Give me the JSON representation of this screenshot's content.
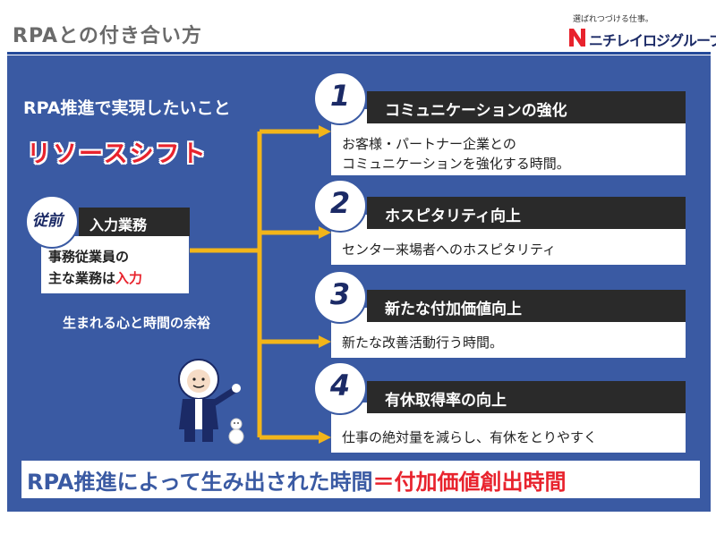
{
  "header": {
    "title": "RPAとの付き合い方",
    "logo_tagline": "選ばれつづける仕事。",
    "logo_name": "ニチレイロジグループ"
  },
  "goal": {
    "heading": "RPA推進で実現したいこと",
    "main": "リソースシフト"
  },
  "before": {
    "badge": "従前",
    "title": "入力業務",
    "line1": "事務従業員の",
    "line2_prefix": "主な業務は",
    "line2_highlight": "入力"
  },
  "margin_note": "生まれる心と時間の余裕",
  "items": [
    {
      "number": "1",
      "title": "コミュニケーションの強化",
      "lines": [
        "お客様・パートナー企業との",
        "コミュニケーションを強化する時間。"
      ]
    },
    {
      "number": "2",
      "title": "ホスピタリティ向上",
      "lines": [
        "センター来場者へのホスピタリティ"
      ]
    },
    {
      "number": "3",
      "title": "新たな付加価値向上",
      "lines": [
        "新たな改善活動行う時間。"
      ]
    },
    {
      "number": "4",
      "title": "有休取得率の向上",
      "lines": [
        "仕事の絶対量を減らし、有休をとりやすく"
      ]
    }
  ],
  "result": {
    "left": "RPA推進によって生み出された時間",
    "equals": "＝",
    "right": "付加価値創出時間"
  },
  "colors": {
    "panel": "#3a5aa3",
    "accent_red": "#e8232d",
    "arrow": "#f2b51a",
    "dark_bar": "#2a2a2a",
    "navy": "#1b2a66"
  }
}
